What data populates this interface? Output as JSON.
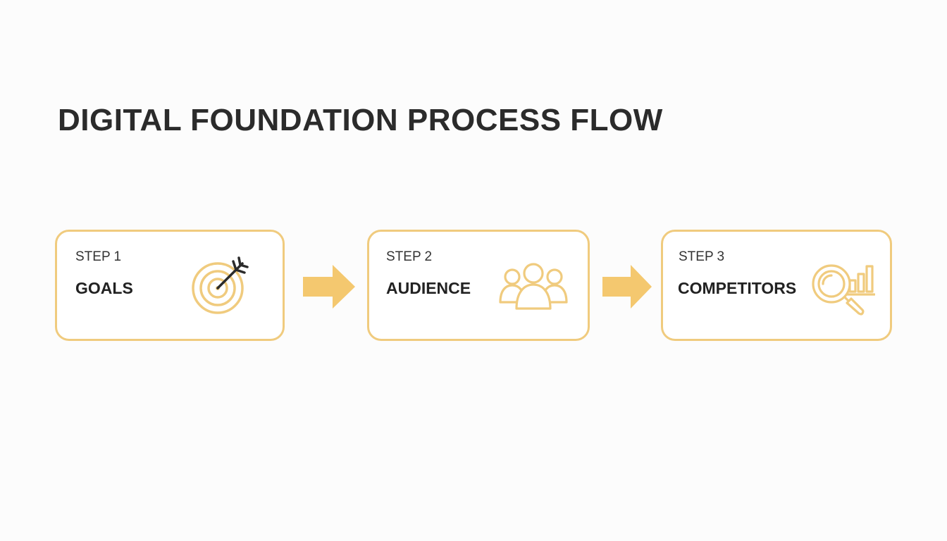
{
  "title": "DIGITAL FOUNDATION PROCESS FLOW",
  "colors": {
    "accent": "#f0cb7e",
    "arrow": "#f4c86f",
    "text": "#2b2b2b"
  },
  "steps": [
    {
      "number_label": "STEP 1",
      "name": "GOALS",
      "icon": "target-arrow-icon"
    },
    {
      "number_label": "STEP 2",
      "name": "AUDIENCE",
      "icon": "people-group-icon"
    },
    {
      "number_label": "STEP 3",
      "name": "COMPETITORS",
      "icon": "magnifier-chart-icon"
    }
  ]
}
